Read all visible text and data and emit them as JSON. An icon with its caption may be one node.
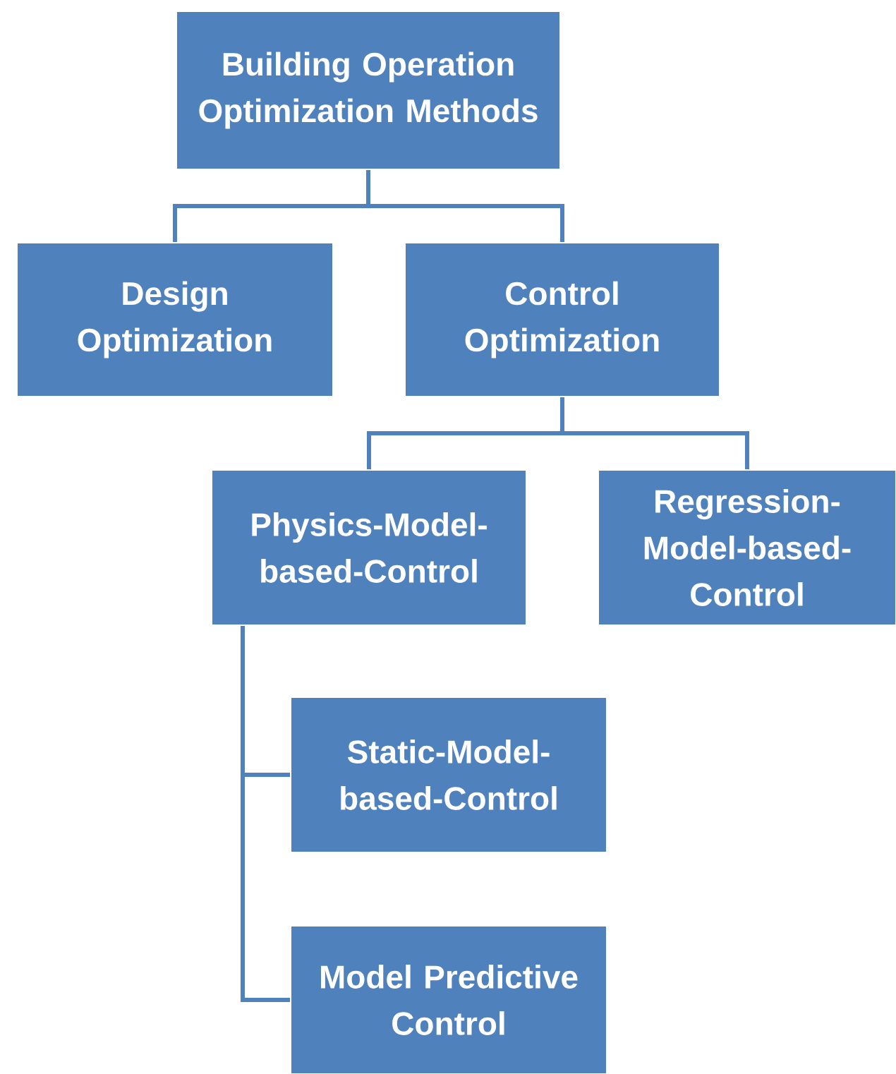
{
  "diagram": {
    "nodes": [
      {
        "text": [
          "Building Operation Optimization Methods"
        ]
      },
      {
        "text": [
          "Design Optimization"
        ]
      },
      {
        "text": [
          "Control Optimization"
        ]
      },
      {
        "text": [
          "Physics-Model-based-Control"
        ]
      },
      {
        "text": [
          "Regression-Model-based-Control"
        ]
      },
      {
        "text": [
          "Static-Model-based-Control"
        ]
      },
      {
        "text": [
          "Model Predictive Control"
        ]
      }
    ],
    "edges": [
      {
        "from": 0,
        "to": 1,
        "arrow": "none"
      },
      {
        "from": 0,
        "to": 2,
        "arrow": "none"
      },
      {
        "from": 2,
        "to": 3,
        "arrow": "none"
      },
      {
        "from": 2,
        "to": 4,
        "arrow": "none"
      },
      {
        "from": 3,
        "to": 5,
        "arrow": "none"
      },
      {
        "from": 3,
        "to": 6,
        "arrow": "none"
      }
    ]
  }
}
